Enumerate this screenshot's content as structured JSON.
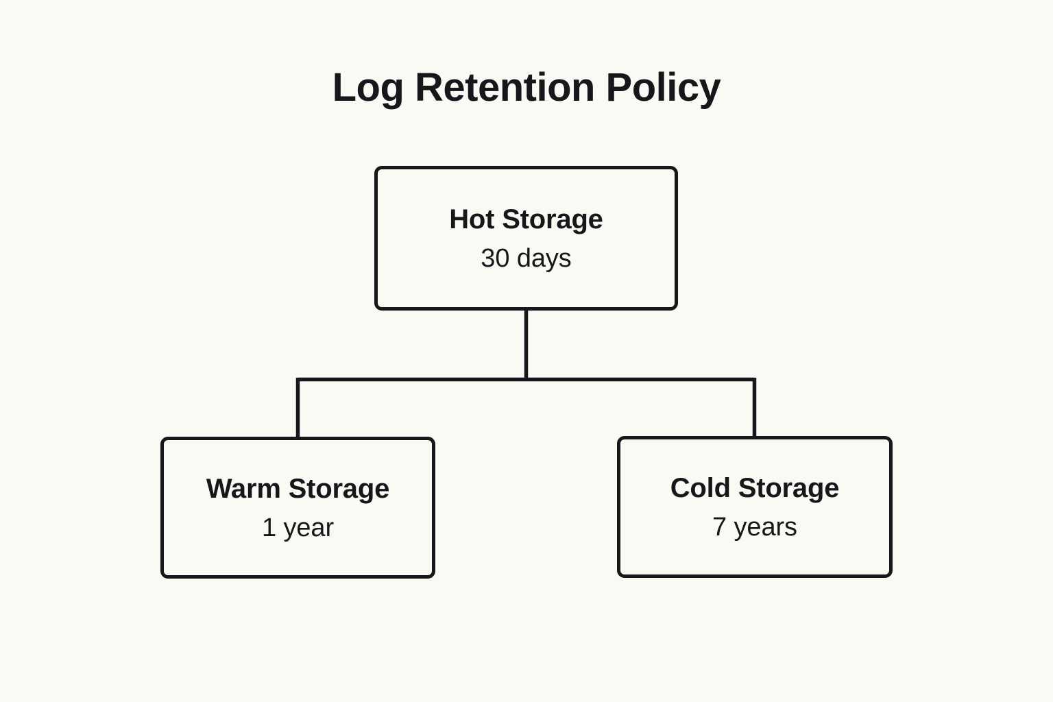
{
  "page": {
    "title": "Log Retention Policy",
    "background_color": "#fbf9f3",
    "ink_color": "#15171a"
  },
  "diagram": {
    "type": "tree",
    "orientation": "top-down",
    "root_id": "hot",
    "nodes": [
      {
        "id": "hot",
        "title": "Hot Storage",
        "subtitle": "30 days",
        "parent": null
      },
      {
        "id": "warm",
        "title": "Warm Storage",
        "subtitle": "1 year",
        "parent": "hot"
      },
      {
        "id": "cold",
        "title": "Cold Storage",
        "subtitle": "7 years",
        "parent": "hot"
      }
    ],
    "edges": [
      {
        "from": "hot",
        "to": "warm"
      },
      {
        "from": "hot",
        "to": "cold"
      }
    ]
  }
}
